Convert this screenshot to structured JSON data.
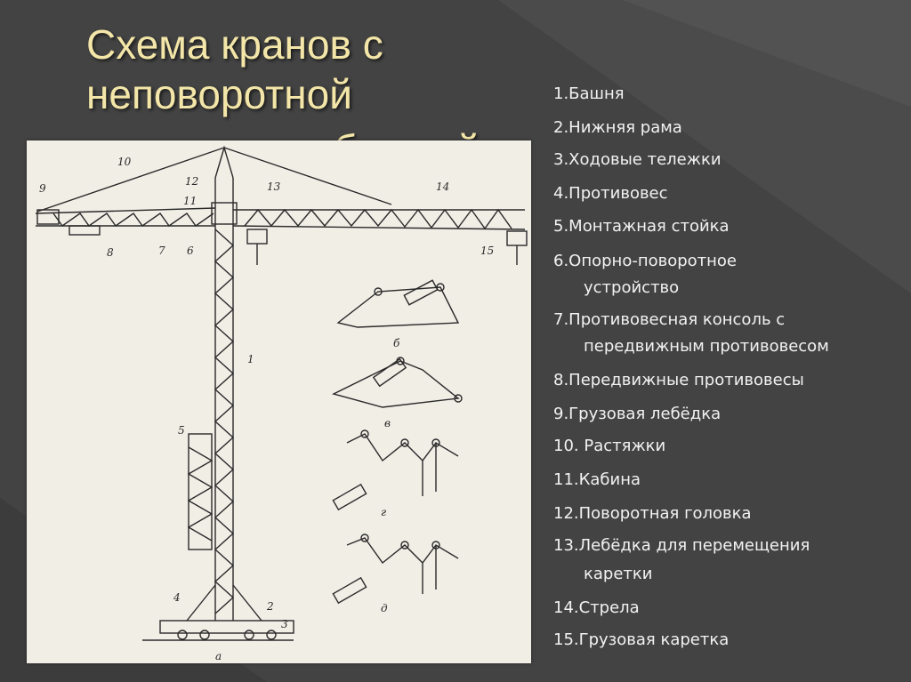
{
  "slide": {
    "title_line1": "Схема кранов с неповоротной",
    "title_line2": "башней"
  },
  "legend": [
    {
      "text": "1.Башня"
    },
    {
      "text": "2.Нижняя рама"
    },
    {
      "text": "3.Ходовые тележки"
    },
    {
      "text": "4.Противовес"
    },
    {
      "text": "5.Монтажная стойка"
    },
    {
      "text": "6.Опорно-поворотное",
      "cont": "устройство"
    },
    {
      "text": "7.Противовесная консоль с",
      "cont": "передвижным противовесом"
    },
    {
      "text": "8.Передвижные противовесы"
    },
    {
      "text": "9.Грузовая лебёдка"
    },
    {
      "text": "10. Растяжки"
    },
    {
      "text": "11.Кабина"
    },
    {
      "text": "12.Поворотная головка"
    },
    {
      "text": "13.Лебёдка для перемещения",
      "cont": "каретки"
    },
    {
      "text": "14.Стрела"
    },
    {
      "text": "15.Грузовая каретка"
    }
  ],
  "figure": {
    "callouts": [
      "1",
      "2",
      "3",
      "4",
      "5",
      "6",
      "7",
      "8",
      "9",
      "10",
      "11",
      "12",
      "13",
      "14",
      "15"
    ],
    "sub_labels": [
      "а",
      "б",
      "в",
      "г",
      "д"
    ]
  },
  "colors": {
    "background": "#434343",
    "title": "#f3e6a8",
    "legend_text": "#f2f2f2",
    "figure_paper": "#f1eee6",
    "ink": "#2a2a2a"
  }
}
